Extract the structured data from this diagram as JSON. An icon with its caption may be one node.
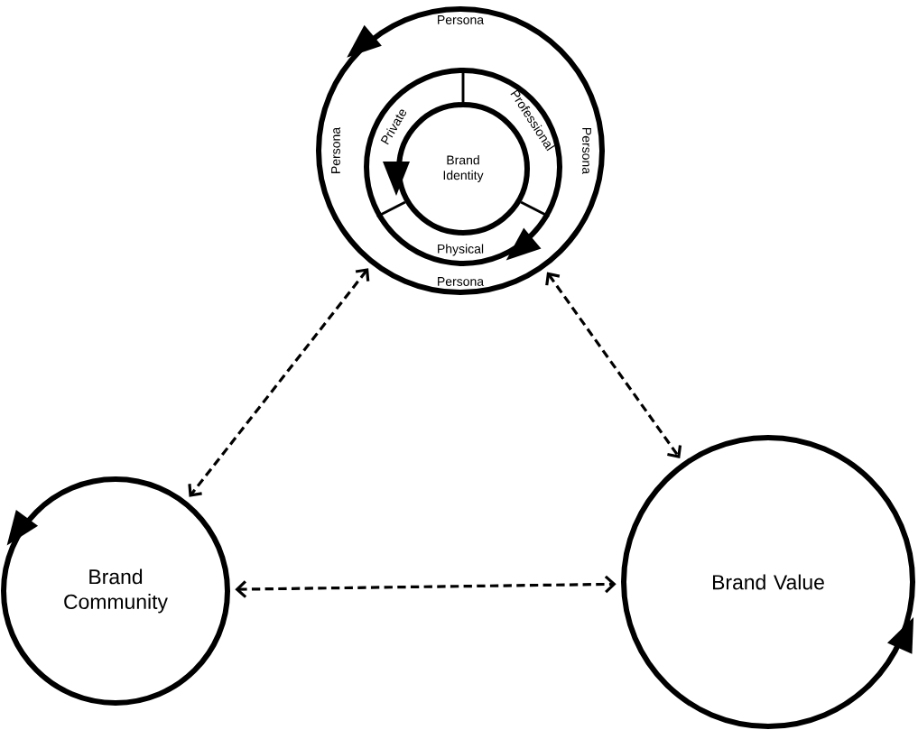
{
  "diagram": {
    "nodes": [
      {
        "text": [
          "Persona",
          "Persona",
          "Persona",
          "Persona"
        ]
      },
      {
        "text": [
          "Private",
          "Professional",
          "Physical"
        ],
        "in": 0
      },
      {
        "text": [
          "Brand Identity"
        ],
        "in": 1
      },
      {
        "text": [
          "Brand Community"
        ]
      },
      {
        "text": [
          "Brand Value"
        ]
      }
    ],
    "edges": [
      {
        "from": 0,
        "to": 3,
        "arrow": "both",
        "style": "dashed"
      },
      {
        "from": 0,
        "to": 4,
        "arrow": "both",
        "style": "dashed"
      },
      {
        "from": 3,
        "to": 4,
        "arrow": "both",
        "style": "dashed"
      }
    ]
  }
}
